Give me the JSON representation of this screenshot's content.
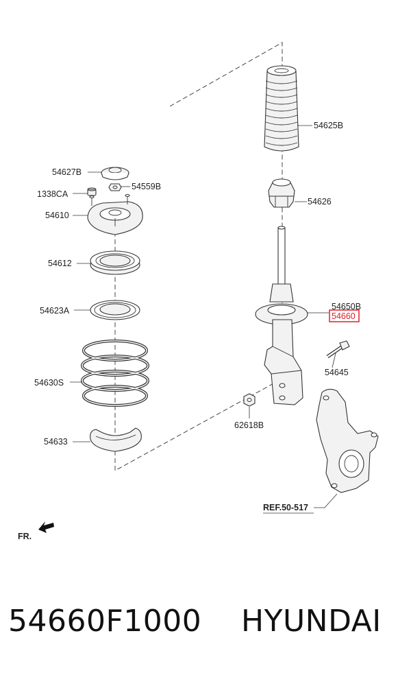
{
  "labels": {
    "l54625B": "54625B",
    "l54626": "54626",
    "l54627B": "54627B",
    "l54559B": "54559B",
    "l1338CA": "1338CA",
    "l54610": "54610",
    "l54612": "54612",
    "l54623A": "54623A",
    "l54630S": "54630S",
    "l54633": "54633",
    "l54650B": "54650B",
    "l54660": "54660",
    "l54645": "54645",
    "l62618B": "62618B",
    "ref": "REF.50-517",
    "fr": "FR."
  },
  "highlight_color": "#e0202a",
  "caption": {
    "part_number": "54660F1000",
    "brand": "HYUNDAI"
  }
}
